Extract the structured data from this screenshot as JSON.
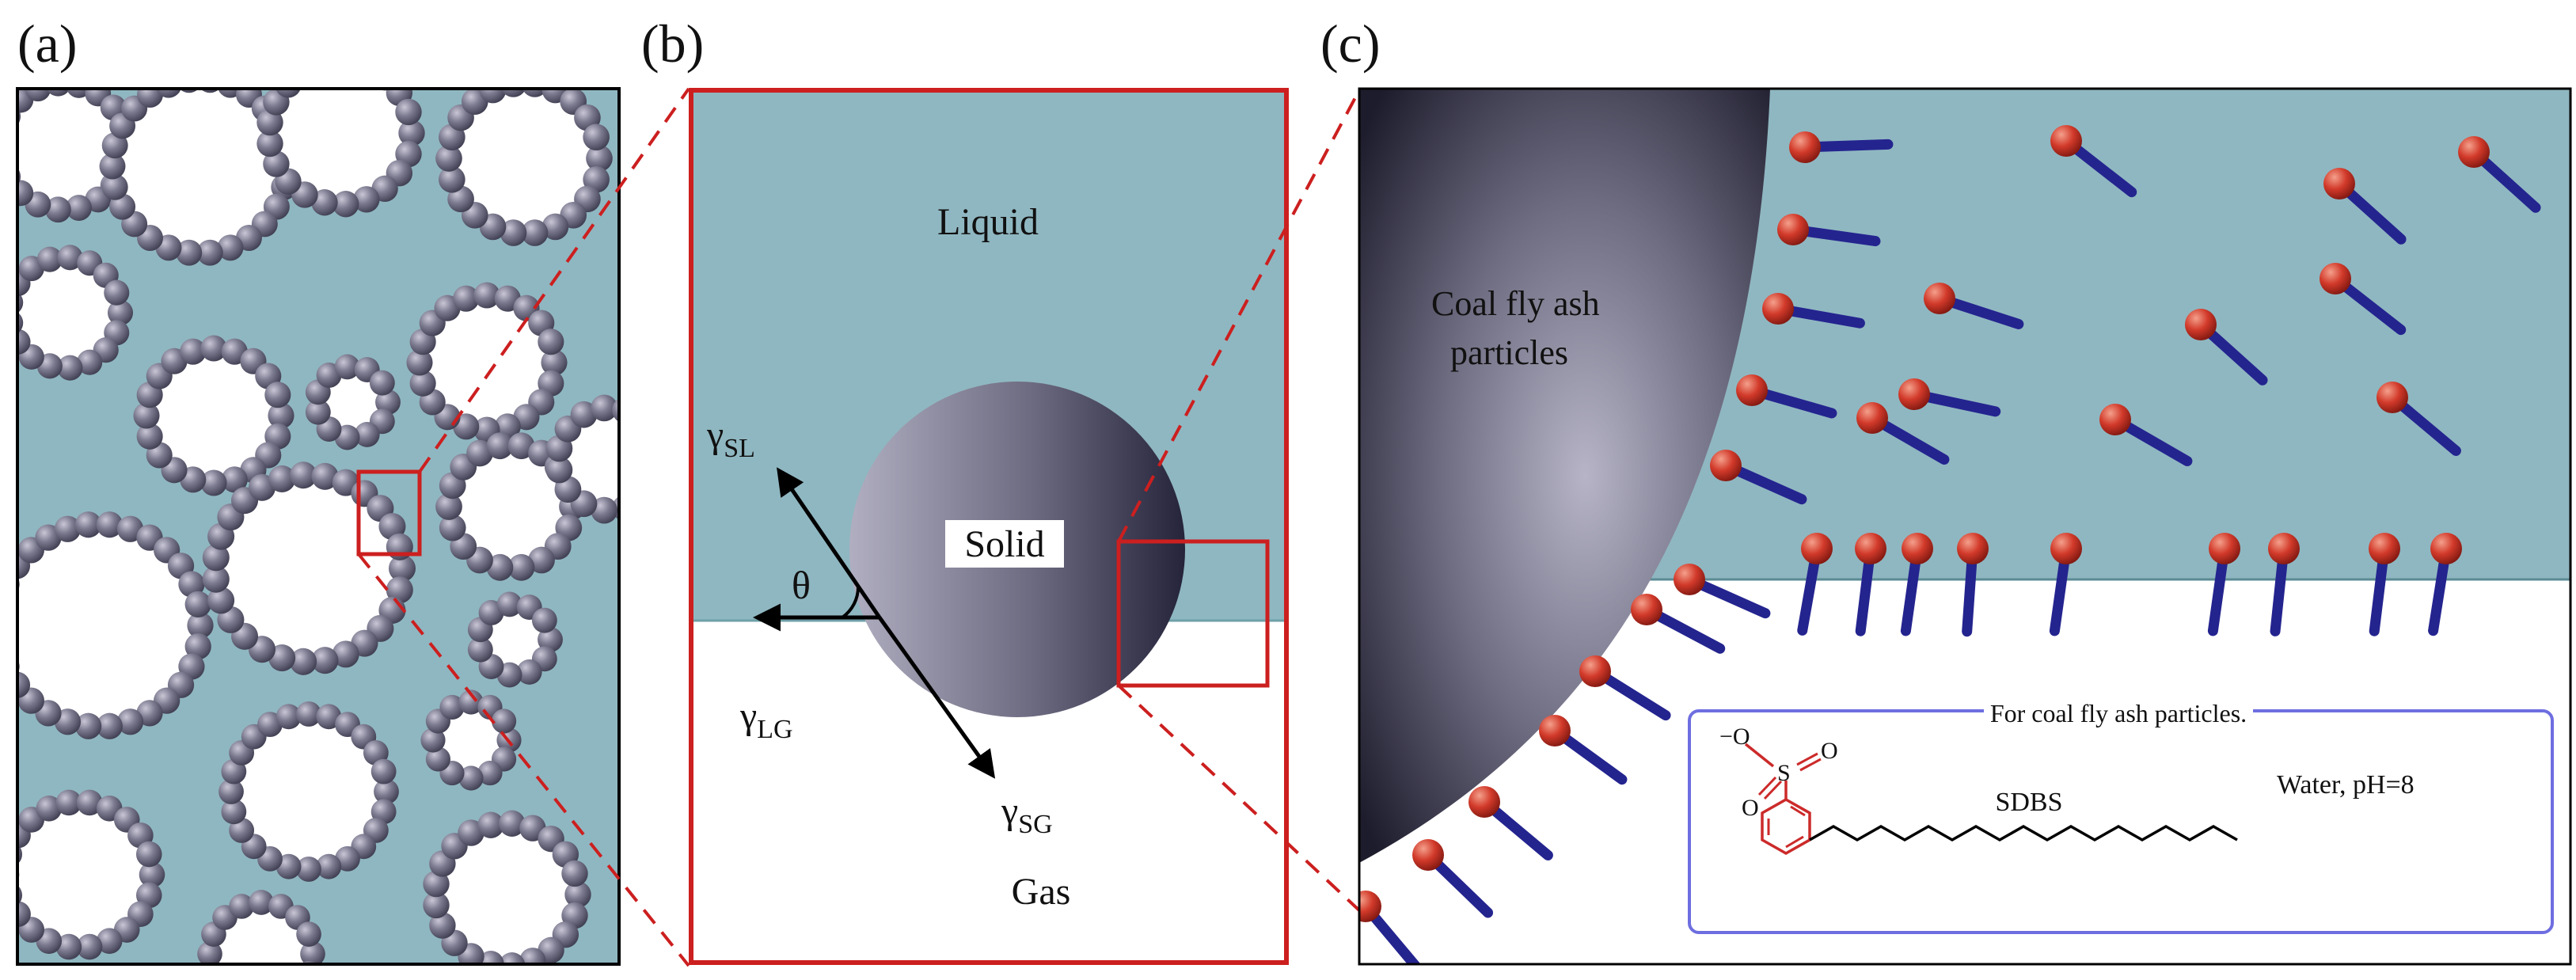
{
  "panels": {
    "a": {
      "label": "(a)"
    },
    "b": {
      "label": "(b)",
      "liquid": "Liquid",
      "gas": "Gas",
      "solid": "Solid",
      "theta": "θ",
      "gamma_sl": "γ",
      "gamma_sl_sub": "SL",
      "gamma_lg": "γ",
      "gamma_lg_sub": "LG",
      "gamma_sg": "γ",
      "gamma_sg_sub": "SG"
    },
    "c": {
      "label": "(c)",
      "particle_line1": "Coal fly ash",
      "particle_line2": "particles",
      "inset_title": "For coal fly ash particles.",
      "molecule": "SDBS",
      "condition": "Water, pH=8",
      "oxide_minus": "−O",
      "s": "S",
      "o_top": "O",
      "o_bottom": "O"
    }
  },
  "colors": {
    "liquid": "#8fb7c1",
    "gas": "#ffffff",
    "frame_red": "#cc1f1f",
    "sphere_gray": "#6d6b80",
    "tail_blue": "#24248f",
    "head_red": "#d23a2a",
    "inset_border": "#6e6ee0",
    "molecule_red": "#cc2a2a"
  }
}
